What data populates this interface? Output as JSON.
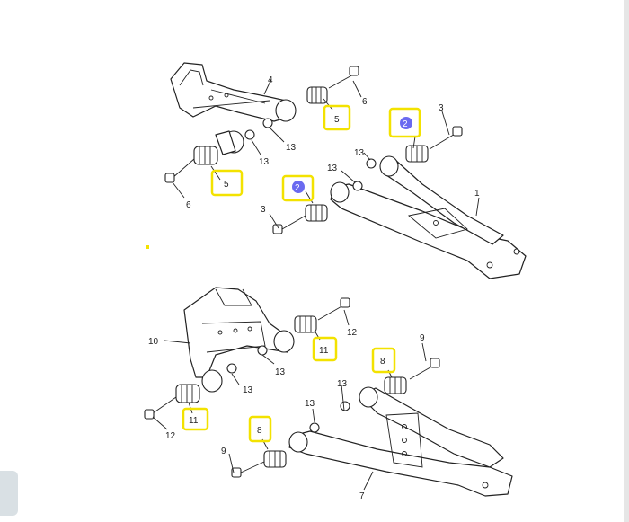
{
  "callouts": {
    "c1": "1",
    "c2a": "2",
    "c2b": "2",
    "c3a": "3",
    "c3b": "3",
    "c4": "4",
    "c5a": "5",
    "c5b": "5",
    "c6a": "6",
    "c6b": "6",
    "c7": "7",
    "c8a": "8",
    "c8b": "8",
    "c9a": "9",
    "c9b": "9",
    "c10": "10",
    "c11a": "11",
    "c11b": "11",
    "c12a": "12",
    "c12b": "12",
    "c13a": "13",
    "c13b": "13",
    "c13c": "13",
    "c13d": "13",
    "c13e": "13",
    "c13f": "13",
    "c13g": "13"
  },
  "highlight_colors": {
    "box": "#f3e200",
    "dot": "#6a6af0"
  }
}
